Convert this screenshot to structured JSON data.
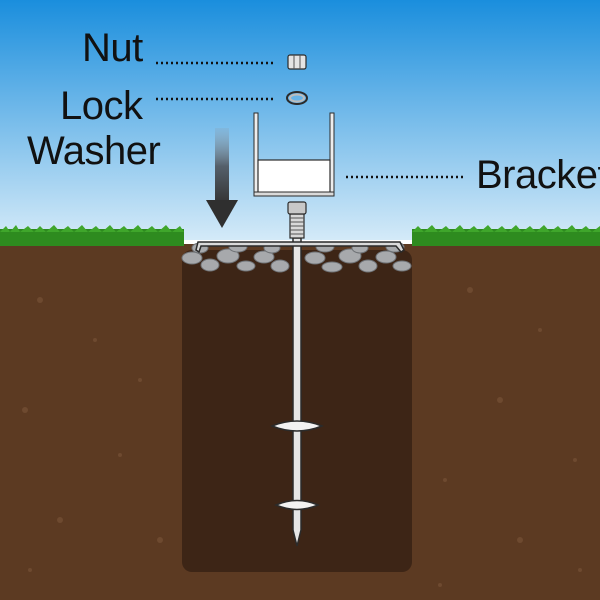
{
  "labels": {
    "nut": "Nut",
    "lock": "Lock",
    "washer": "Washer",
    "bracket": "Bracket"
  },
  "colors": {
    "sky_top": "#1A8EDD",
    "sky_bottom": "#D4EAF8",
    "grass": "#2E8B1F",
    "soil": "#5C3A22",
    "hole": "#3D2516",
    "gravel": "#A7A9AC",
    "metal": "#E6E6E6",
    "outline": "#2B2B2B"
  },
  "icons": {
    "arrow": "down-arrow-icon",
    "nut": "hex-nut-icon",
    "washer": "lock-washer-icon",
    "bracket": "bracket-icon",
    "anchor": "ground-anchor-icon"
  }
}
